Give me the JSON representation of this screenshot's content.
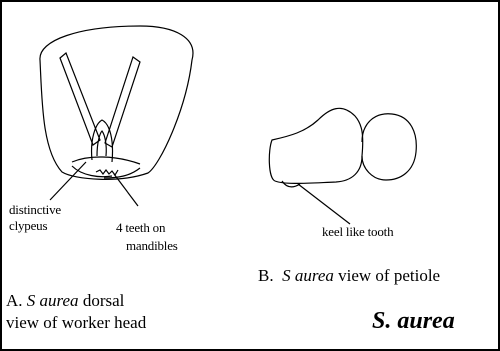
{
  "figure_a": {
    "label_clypeus_line1": "distinctive",
    "label_clypeus_line2": "clypeus",
    "label_teeth_line1": "4 teeth on",
    "label_teeth_line2": "mandibles",
    "caption_prefix": "A.",
    "caption_species": "S aurea",
    "caption_rest": "dorsal",
    "caption_line2": "view of worker head"
  },
  "figure_b": {
    "label_keel": "keel like tooth",
    "caption_prefix": "B.",
    "caption_species": "S aurea",
    "caption_rest": "view of petiole"
  },
  "species_title": "S. aurea",
  "colors": {
    "ink": "#000000",
    "background": "#ffffff"
  }
}
